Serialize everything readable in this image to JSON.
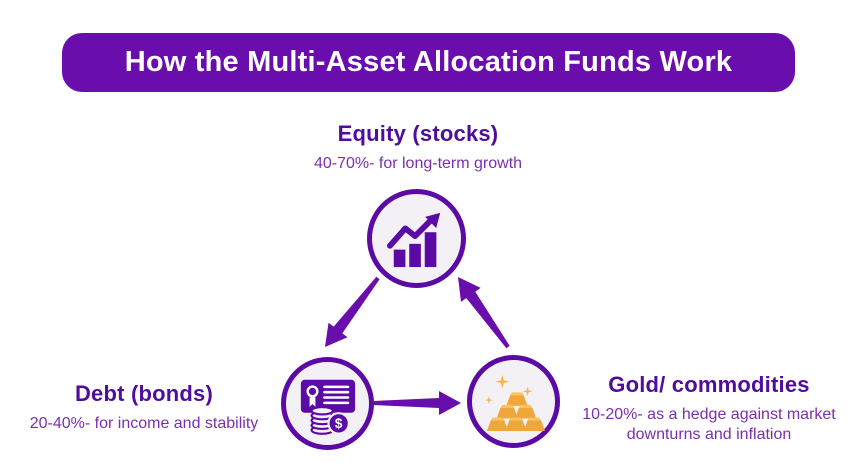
{
  "banner": {
    "title": "How the Multi-Asset Allocation Funds Work"
  },
  "colors": {
    "primary": "#6a0dad",
    "banner-text": "#ffffff",
    "heading": "#4f0d9d",
    "subtitle": "#7b2fae",
    "icon": "#5c0aa5",
    "circle-border": "#5c0aa5",
    "circle-fill": "#f3f1f5",
    "gold": "#f0a73a",
    "gold-light": "#f7c45e",
    "sparkle": "#f5b84a"
  },
  "nodes": {
    "equity": {
      "heading": "Equity (stocks)",
      "subtitle": "40-70%- for long-term growth",
      "icon": "growth-bar-chart-icon"
    },
    "debt": {
      "heading": "Debt (bonds)",
      "subtitle": "20-40%- for income and stability",
      "icon": "bond-certificate-coins-icon",
      "currency_symbol": "$"
    },
    "gold": {
      "heading": "Gold/ commodities",
      "subtitle": "10-20%- as a hedge against market downturns and inflation",
      "icon": "gold-bars-icon"
    }
  },
  "arrows": [
    {
      "name": "equity-to-debt"
    },
    {
      "name": "debt-to-gold"
    },
    {
      "name": "gold-to-equity"
    }
  ]
}
